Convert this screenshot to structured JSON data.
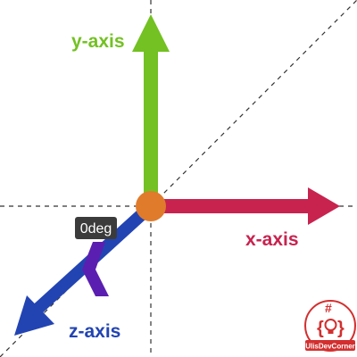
{
  "axes": {
    "y_label": "y-axis",
    "x_label": "x-axis",
    "z_label": "z-axis"
  },
  "rotation_badge": "0deg",
  "logo": {
    "text": "UlisDevCorner",
    "symbol": "#",
    "icon": "bulb-braces-logo-icon"
  },
  "colors": {
    "y_axis": "#73c122",
    "x_axis": "#c8234f",
    "z_axis": "#2244b3",
    "origin": "#e07b2c",
    "angle_marker": "#5a1fb0",
    "badge_bg": "#3b3b3b",
    "logo": "#d32f2f",
    "guides": "#333333"
  }
}
